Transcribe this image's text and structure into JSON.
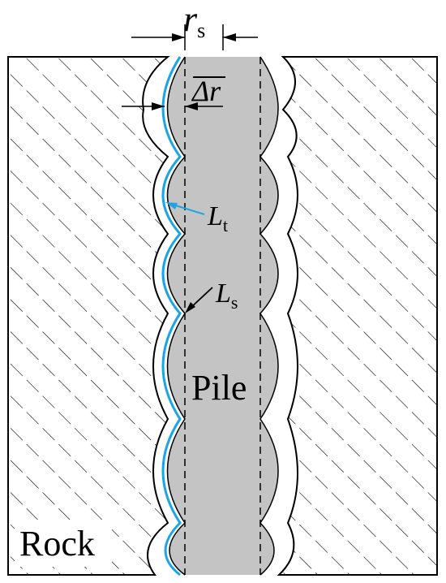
{
  "labels": {
    "rs_main": "r",
    "rs_sub": "s",
    "dr_main": "Δr",
    "lt_main": "L",
    "lt_sub": "t",
    "ls_main": "L",
    "ls_sub": "s",
    "pile": "Pile",
    "rock": "Rock"
  },
  "colors": {
    "pile_fill": "#c4c4c4",
    "contact_line": "#1aa6e6",
    "stroke": "#000000",
    "background": "#ffffff"
  }
}
